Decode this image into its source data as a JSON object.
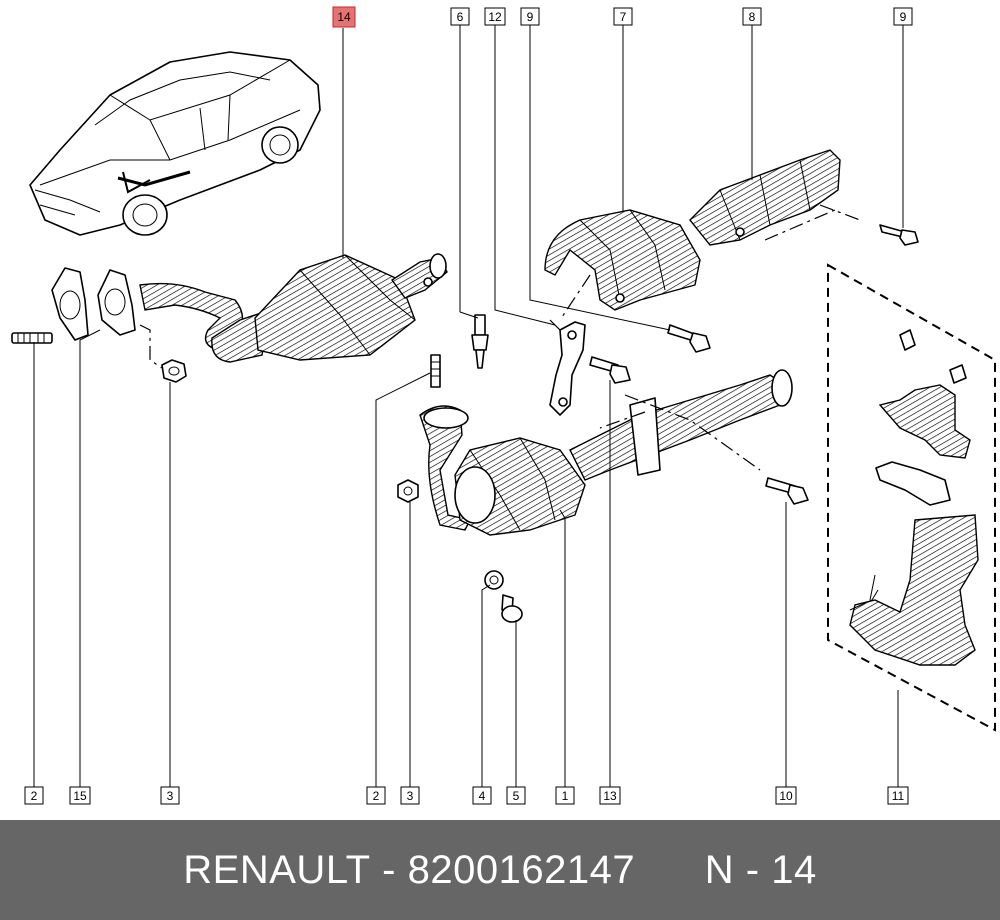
{
  "footer": {
    "brand": "RENAULT",
    "separator": "-",
    "part_number": "8200162147",
    "page_ref": "N - 14"
  },
  "colors": {
    "highlight": "#e57373",
    "footer_bg": "#666666"
  },
  "callouts": [
    {
      "id": "14",
      "highlighted": true
    },
    {
      "id": "6"
    },
    {
      "id": "12"
    },
    {
      "id": "9"
    },
    {
      "id": "7"
    },
    {
      "id": "8"
    },
    {
      "id": "9"
    },
    {
      "id": "2"
    },
    {
      "id": "15"
    },
    {
      "id": "3"
    },
    {
      "id": "2"
    },
    {
      "id": "3"
    },
    {
      "id": "4"
    },
    {
      "id": "5"
    },
    {
      "id": "1"
    },
    {
      "id": "13"
    },
    {
      "id": "10"
    },
    {
      "id": "11"
    }
  ]
}
